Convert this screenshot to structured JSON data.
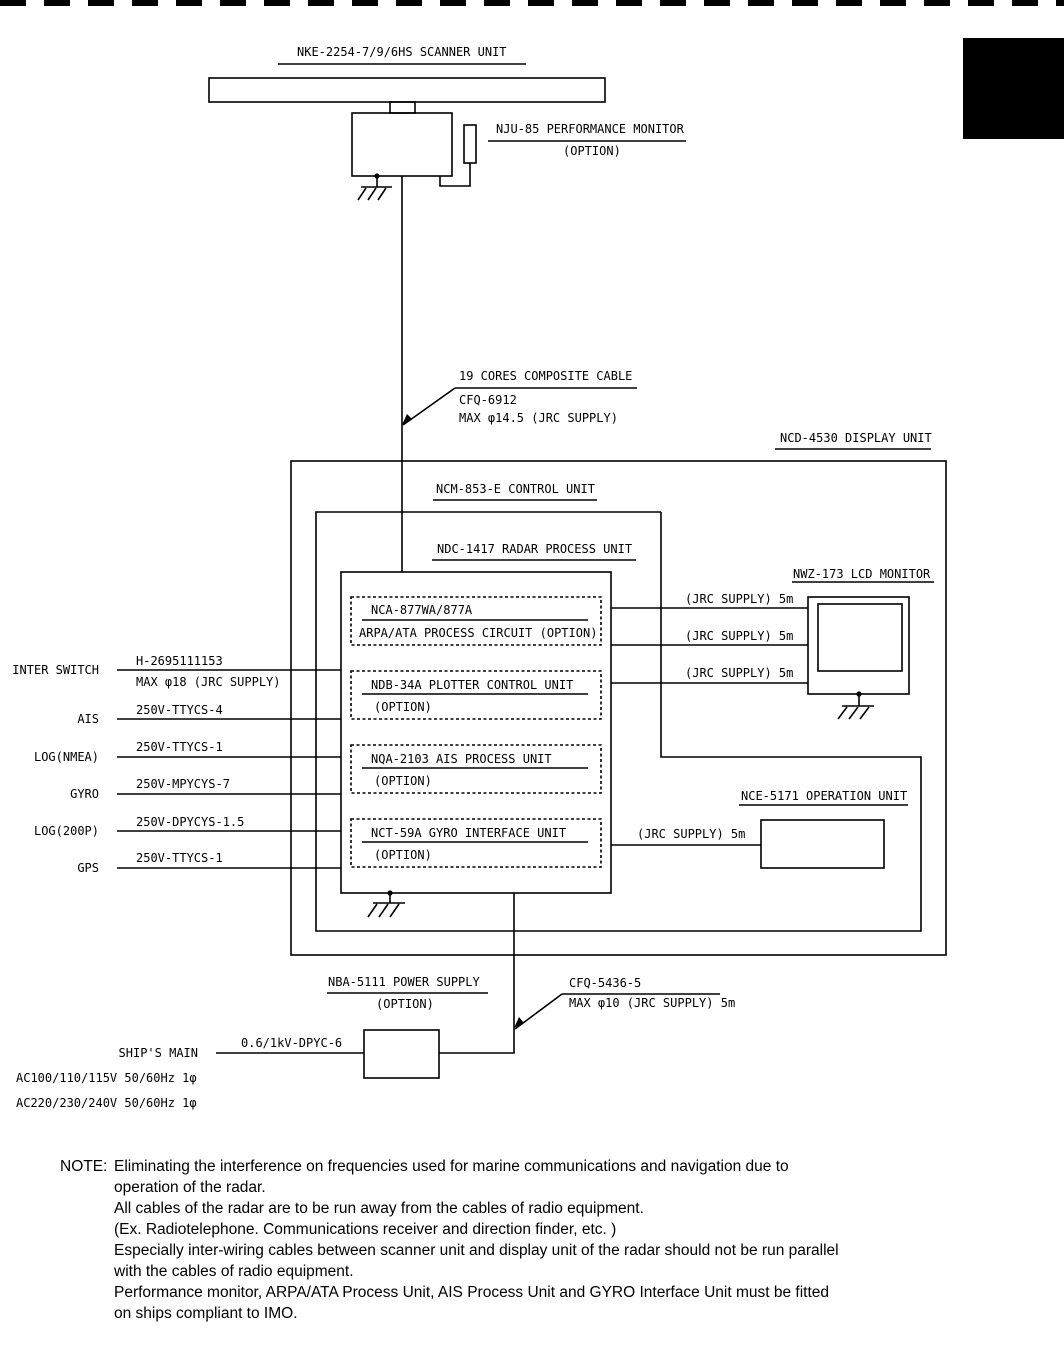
{
  "units": {
    "scanner": "NKE-2254-7/9/6HS  SCANNER UNIT",
    "performance_monitor": "NJU-85 PERFORMANCE MONITOR",
    "performance_monitor_option": "(OPTION)",
    "composite_cable": "19 CORES COMPOSITE CABLE",
    "composite_cable_model": "CFQ-6912",
    "composite_cable_spec": "MAX φ14.5 (JRC SUPPLY)",
    "display_unit": "NCD-4530 DISPLAY UNIT",
    "control_unit": "NCM-853-E CONTROL UNIT",
    "radar_process_unit": "NDC-1417 RADAR PROCESS UNIT",
    "lcd_monitor": "NWZ-173 LCD MONITOR",
    "arpa_unit": "NCA-877WA/877A",
    "arpa_option": "ARPA/ATA PROCESS CIRCUIT (OPTION)",
    "plotter_unit": "NDB-34A PLOTTER CONTROL UNIT",
    "plotter_option": "(OPTION)",
    "ais_unit": "NQA-2103 AIS  PROCESS UNIT",
    "ais_option": "(OPTION)",
    "gyro_unit": "NCT-59A GYRO INTERFACE UNIT",
    "gyro_option": "(OPTION)",
    "operation_unit": "NCE-5171 OPERATION UNIT",
    "power_supply": "NBA-5111 POWER SUPPLY",
    "power_supply_option": "(OPTION)",
    "power_cable_model": "CFQ-5436-5",
    "power_cable_spec": "MAX φ10 (JRC SUPPLY) 5m"
  },
  "monitor_cables": [
    "(JRC SUPPLY) 5m",
    "(JRC SUPPLY) 5m",
    "(JRC SUPPLY) 5m"
  ],
  "operation_cable": "(JRC SUPPLY) 5m",
  "inputs": [
    {
      "name": "INTER SWITCH",
      "cable": "H-2695111153",
      "spec": "MAX φ18 (JRC SUPPLY)"
    },
    {
      "name": "AIS",
      "cable": "250V-TTYCS-4"
    },
    {
      "name": "LOG(NMEA)",
      "cable": "250V-TTYCS-1"
    },
    {
      "name": "GYRO",
      "cable": "250V-MPYCYS-7"
    },
    {
      "name": "LOG(200P)",
      "cable": "250V-DPYCYS-1.5"
    },
    {
      "name": "GPS",
      "cable": "250V-TTYCS-1"
    }
  ],
  "ships_main": {
    "label": "SHIP'S MAIN",
    "cable": "0.6/1kV-DPYC-6",
    "ac1": "AC100/110/115V 50/60Hz 1φ",
    "ac2": "AC220/230/240V 50/60Hz 1φ"
  },
  "note": {
    "label": "NOTE:",
    "lines": [
      "Eliminating the interference on frequencies used for marine communications and navigation due to",
      "operation of the radar.",
      "All cables of the radar are to be run away from the cables of radio equipment.",
      "(Ex. Radiotelephone. Communications receiver and direction finder, etc. )",
      "Especially inter-wiring cables between scanner unit and display unit of the radar should not be run parallel",
      "with the cables of radio equipment.",
      "Performance monitor, ARPA/ATA Process Unit, AIS Process Unit and GYRO Interface Unit must be fitted",
      "on ships compliant to IMO."
    ]
  }
}
